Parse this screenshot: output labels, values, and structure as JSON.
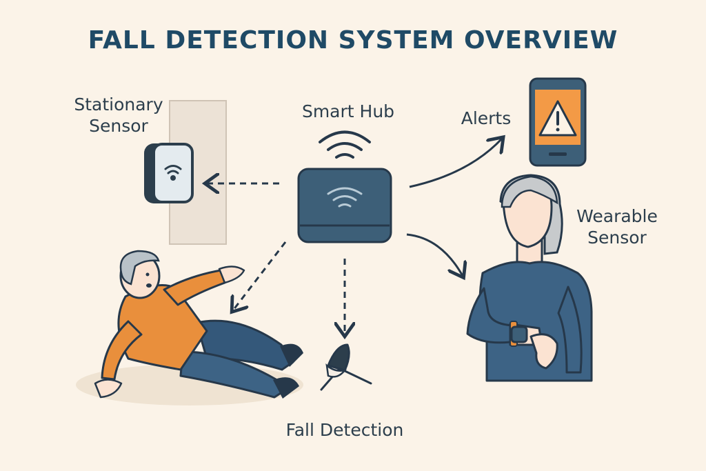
{
  "diagram": {
    "title": "FALL DETECTION SYSTEM OVERVIEW",
    "labels": {
      "stationary_sensor_line1": "Stationary",
      "stationary_sensor_line2": "Sensor",
      "smart_hub": "Smart Hub",
      "alerts": "Alerts",
      "wearable_sensor_line1": "Wearable",
      "wearable_sensor_line2": "Sensor",
      "fall_detection": "Fall Detection"
    },
    "icons": [
      "wifi-icon",
      "warning-icon",
      "smartphone-icon",
      "hub-icon",
      "sensor-icon",
      "smartwatch-icon"
    ],
    "colors": {
      "background": "#fbf3e8",
      "navy": "#3d5f78",
      "dark": "#26384a",
      "orange": "#e98f3c",
      "skin": "#fbe3d2",
      "wall": "#ece2d6"
    }
  }
}
